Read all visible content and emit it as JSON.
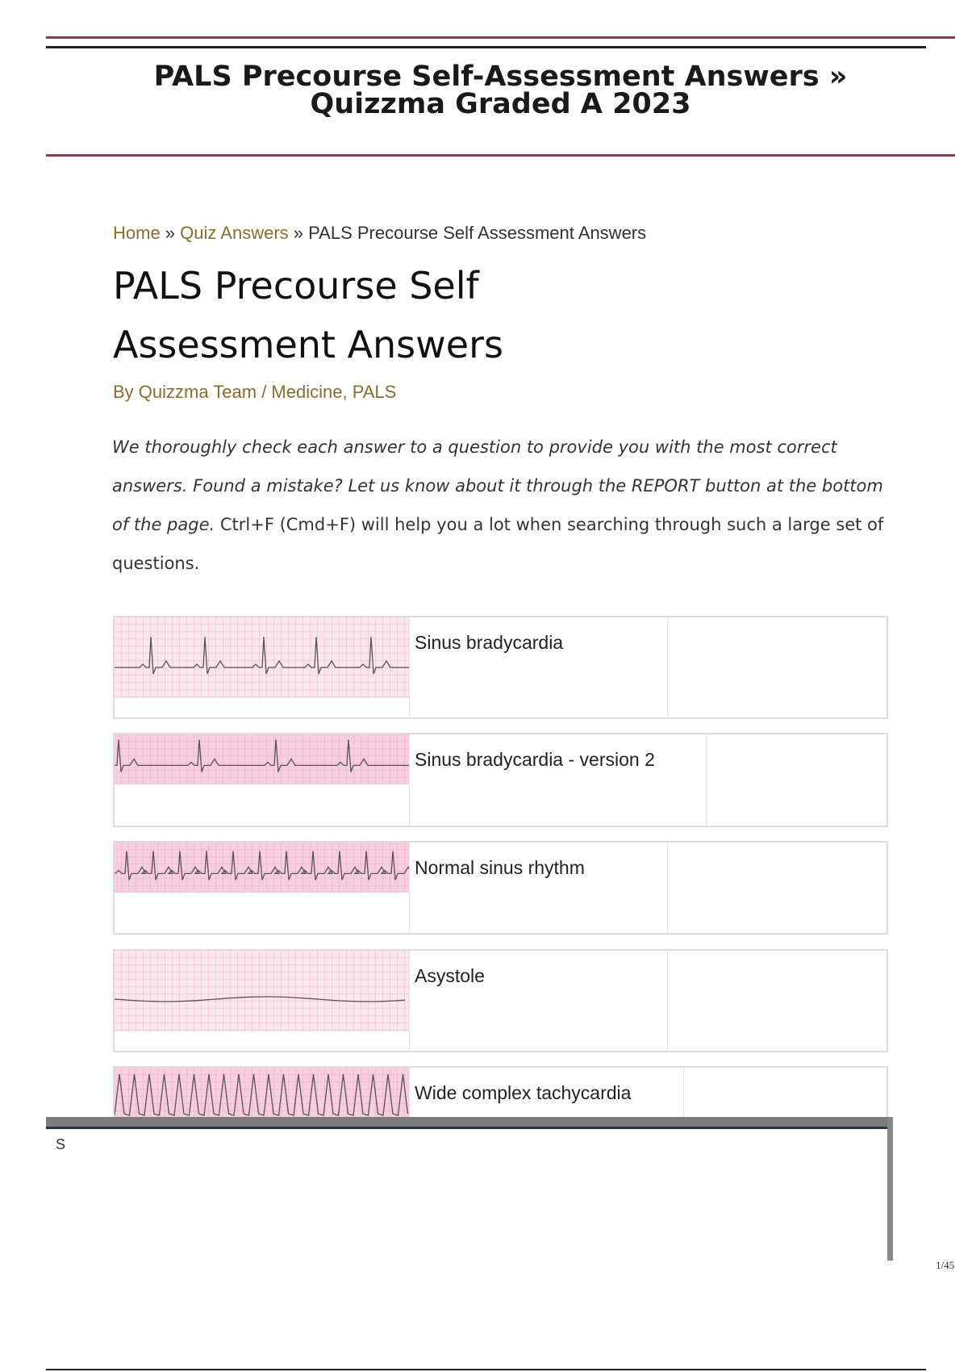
{
  "document": {
    "title_line1": "PALS Precourse Self-Assessment Answers »",
    "title_line2": "Quizzma Graded A 2023",
    "accent_color": "#8b3a52"
  },
  "breadcrumb": {
    "home": "Home",
    "sep1": " » ",
    "quiz_answers": "Quiz Answers",
    "sep2": " » ",
    "current": "PALS Precourse Self Assessment Answers"
  },
  "article": {
    "title_line1": "PALS Precourse Self",
    "title_line2": "Assessment Answers",
    "byline": "By Quizzma Team / Medicine, PALS",
    "intro_italic": "We thoroughly check each answer to a question to provide you with the most correct answers. Found a mistake? Let us know about it through the REPORT button at the bottom of the page. ",
    "intro_normal": " Ctrl+F (Cmd+F) will help you a lot when searching through such a large set of questions."
  },
  "rows": [
    {
      "label": "Sinus bradycardia",
      "rhythm": "brady"
    },
    {
      "label": "Sinus bradycardia - version 2",
      "rhythm": "brady2"
    },
    {
      "label": "Normal sinus rhythm",
      "rhythm": "nsr"
    },
    {
      "label": "Asystole",
      "rhythm": "asystole"
    },
    {
      "label": "Wide complex tachycardia",
      "rhythm": "wct"
    }
  ],
  "footer": {
    "cut_text": "KS",
    "page_number": "1/45"
  }
}
